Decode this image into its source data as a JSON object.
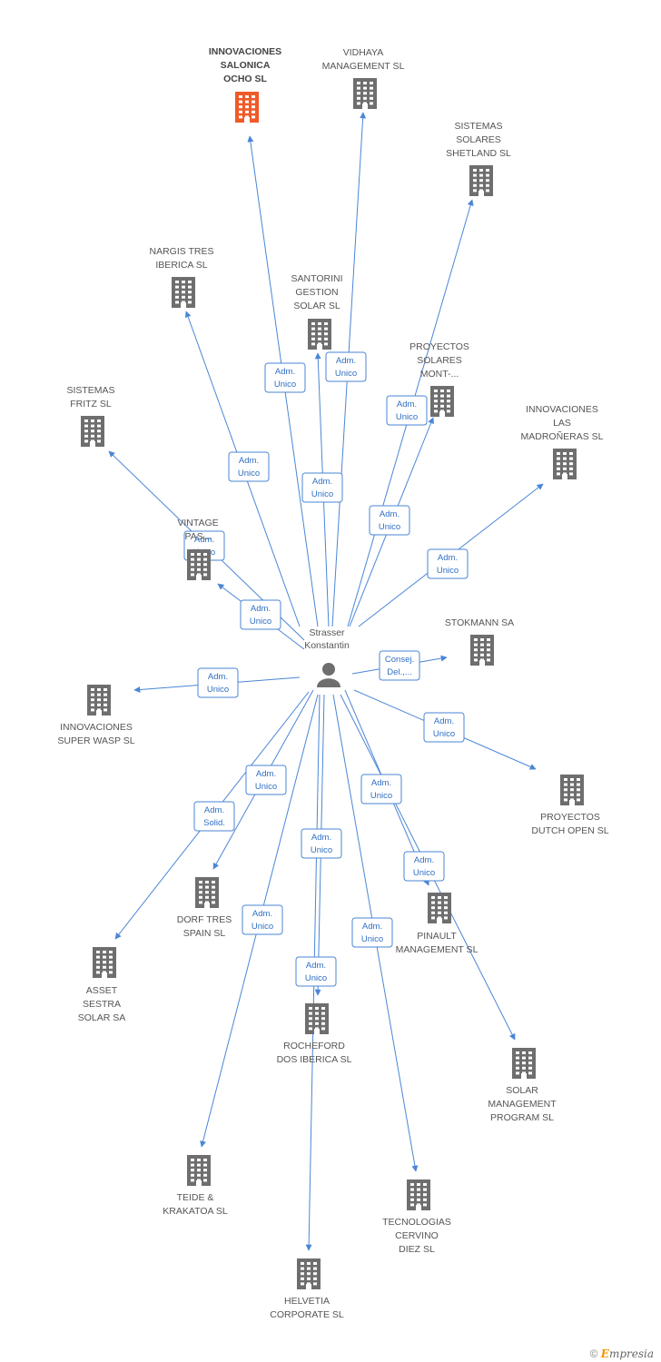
{
  "colors": {
    "edge": "#4a86d6",
    "building": "#6e6e6e",
    "focus": "#f05a28",
    "label": "#555555"
  },
  "person": {
    "label": [
      "Strasser",
      "Konstantin"
    ],
    "icon": "person-icon"
  },
  "companies": [
    {
      "id": "salonica",
      "label": [
        "INNOVACIONES",
        "SALONICA",
        "OCHO SL"
      ],
      "focus": true
    },
    {
      "id": "vidhaya",
      "label": [
        "VIDHAYA",
        "MANAGEMENT SL"
      ]
    },
    {
      "id": "shetland",
      "label": [
        "SISTEMAS",
        "SOLARES",
        "SHETLAND SL"
      ]
    },
    {
      "id": "nargis",
      "label": [
        "NARGIS TRES",
        "IBERICA SL"
      ]
    },
    {
      "id": "santorini",
      "label": [
        "SANTORINI",
        "GESTION",
        "SOLAR SL"
      ]
    },
    {
      "id": "montx",
      "label": [
        "PROYECTOS",
        "SOLARES",
        "MONT-..."
      ]
    },
    {
      "id": "fritz",
      "label": [
        "SISTEMAS",
        "FRITZ SL"
      ]
    },
    {
      "id": "madronas",
      "label": [
        "INNOVACIONES",
        "LAS",
        "MADROÑERAS SL"
      ]
    },
    {
      "id": "vintage",
      "label": [
        "VINTAGE",
        "PAS..."
      ]
    },
    {
      "id": "stokmann",
      "label": [
        "STOKMANN SA"
      ]
    },
    {
      "id": "superwasp",
      "label": [
        "INNOVACIONES",
        "SUPER WASP SL"
      ]
    },
    {
      "id": "dutchopen",
      "label": [
        "PROYECTOS",
        "DUTCH OPEN SL"
      ]
    },
    {
      "id": "dorftres",
      "label": [
        "DORF TRES",
        "SPAIN SL"
      ]
    },
    {
      "id": "pinault",
      "label": [
        "PINAULT",
        "MANAGEMENT SL"
      ]
    },
    {
      "id": "asset",
      "label": [
        "ASSET",
        "SESTRA",
        "SOLAR SA"
      ]
    },
    {
      "id": "rocheford",
      "label": [
        "ROCHEFORD",
        "DOS IBERICA SL"
      ]
    },
    {
      "id": "solarmgmt",
      "label": [
        "SOLAR",
        "MANAGEMENT",
        "PROGRAM SL"
      ]
    },
    {
      "id": "teide",
      "label": [
        "TEIDE &",
        "KRAKATOA SL"
      ]
    },
    {
      "id": "cervino",
      "label": [
        "TECNOLOGIAS",
        "CERVINO",
        "DIEZ SL"
      ]
    },
    {
      "id": "helvetia",
      "label": [
        "HELVETIA",
        "CORPORATE SL"
      ]
    }
  ],
  "relations": [
    {
      "to": "salonica",
      "label": [
        "Adm.",
        "Unico"
      ]
    },
    {
      "to": "vidhaya",
      "label": [
        "Adm.",
        "Unico"
      ]
    },
    {
      "to": "shetland",
      "label": [
        "Adm.",
        "Unico"
      ]
    },
    {
      "to": "nargis",
      "label": [
        "Adm.",
        "Unico"
      ]
    },
    {
      "to": "santorini",
      "label": [
        "Adm.",
        "Unico"
      ]
    },
    {
      "to": "montx",
      "label": [
        "Adm.",
        "Unico"
      ]
    },
    {
      "to": "fritz",
      "label": [
        "Adm.",
        "Unico"
      ]
    },
    {
      "to": "madronas",
      "label": [
        "Adm.",
        "Unico"
      ]
    },
    {
      "to": "vintage",
      "label": [
        "Adm.",
        "Unico"
      ]
    },
    {
      "to": "stokmann",
      "label": [
        "Consej.",
        "Del.,..."
      ]
    },
    {
      "to": "superwasp",
      "label": [
        "Adm.",
        "Unico"
      ]
    },
    {
      "to": "dutchopen",
      "label": [
        "Adm.",
        "Unico"
      ]
    },
    {
      "to": "dorftres",
      "label": [
        "Adm.",
        "Unico"
      ]
    },
    {
      "to": "pinault",
      "label": [
        "Adm.",
        "Unico"
      ]
    },
    {
      "to": "asset",
      "label": [
        "Adm.",
        "Solid."
      ]
    },
    {
      "to": "rocheford",
      "label": [
        "Adm.",
        "Unico"
      ]
    },
    {
      "to": "solarmgmt",
      "label": [
        "Adm.",
        "Unico"
      ]
    },
    {
      "to": "teide",
      "label": [
        "Adm.",
        "Unico"
      ]
    },
    {
      "to": "cervino",
      "label": [
        "Adm.",
        "Unico"
      ]
    },
    {
      "to": "helvetia",
      "label": [
        "Adm.",
        "Unico"
      ]
    }
  ],
  "footer": {
    "copyright": "©",
    "brand_initial": "E",
    "brand_rest": "mpresia"
  }
}
